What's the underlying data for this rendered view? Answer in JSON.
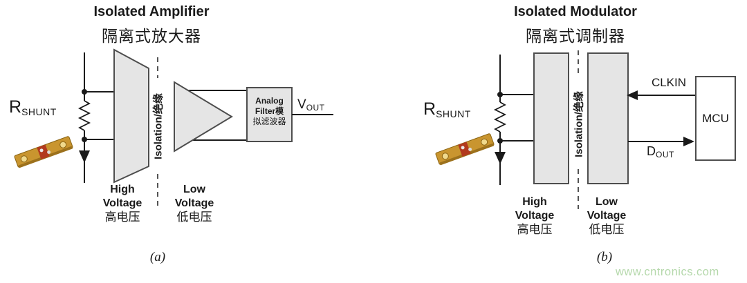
{
  "diagram_a": {
    "title_en": "Isolated Amplifier",
    "title_zh": "隔离式放大器",
    "shunt": {
      "base": "R",
      "sub": "SHUNT"
    },
    "isolation_label": "Isolation/绝缘",
    "filter_box": {
      "line1": "Analog",
      "line2": "Filter模",
      "line3": "拟滤波器"
    },
    "vout": {
      "base": "V",
      "sub": "OUT"
    },
    "high_voltage": {
      "line1": "High",
      "line2": "Voltage",
      "zh": "高电压"
    },
    "low_voltage": {
      "line1": "Low",
      "line2": "Voltage",
      "zh": "低电压"
    },
    "caption": "(a)"
  },
  "diagram_b": {
    "title_en": "Isolated Modulator",
    "title_zh": "隔离式调制器",
    "shunt": {
      "base": "R",
      "sub": "SHUNT"
    },
    "isolation_label": "Isolation/绝缘",
    "clkin": "CLKIN",
    "dout": {
      "base": "D",
      "sub": "OUT"
    },
    "mcu": "MCU",
    "high_voltage": {
      "line1": "High",
      "line2": "Voltage",
      "zh": "高电压"
    },
    "low_voltage": {
      "line1": "Low",
      "line2": "Voltage",
      "zh": "低电压"
    },
    "caption": "(b)"
  },
  "watermark": "www.cntronics.com",
  "colors": {
    "shape_fill": "#e5e5e5",
    "shape_stroke": "#4d4d4d",
    "line": "#1a1a1a",
    "watermark_green": "#b5d8ab",
    "shunt_gold": "#c9952f",
    "shunt_band": "#b23a1e"
  }
}
